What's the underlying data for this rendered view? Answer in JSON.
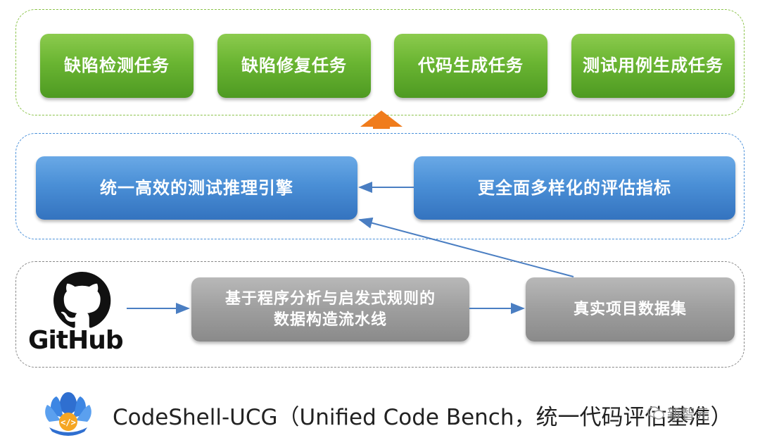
{
  "tasks": {
    "items": [
      "缺陷检测任务",
      "缺陷修复任务",
      "代码生成任务",
      "测试用例生成任务"
    ]
  },
  "engine": {
    "engine_label": "统一高效的测试推理引擎",
    "metrics_label": "更全面多样化的评估指标"
  },
  "data": {
    "github_label": "GitHub",
    "pipeline_line1": "基于程序分析与启发式规则的",
    "pipeline_line2": "数据构造流水线",
    "dataset_label": "真实项目数据集"
  },
  "footer": {
    "title": "CodeShell-UCG（Unified Code Bench，统一代码评估基准）",
    "watermark": "新智元"
  },
  "colors": {
    "green": "#6ab532",
    "blue": "#4a8fd6",
    "gray": "#9e9e9e",
    "arrow_blue": "#4a7ec2",
    "arrow_orange": "#f07c1c"
  }
}
